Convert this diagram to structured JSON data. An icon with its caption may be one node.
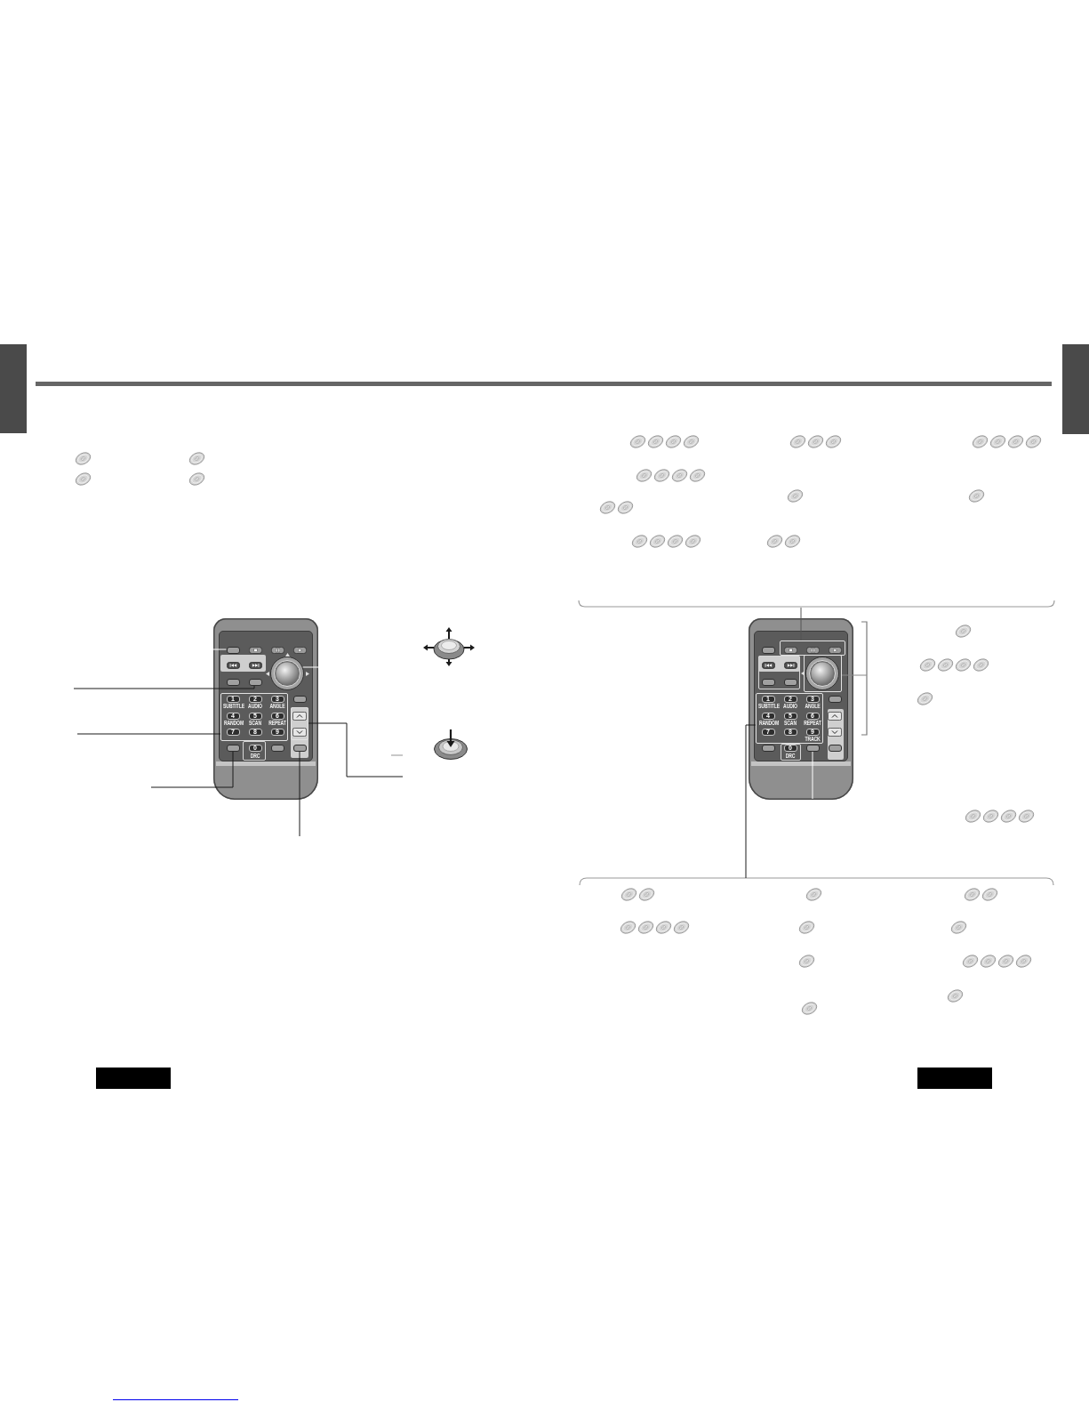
{
  "diagram": {
    "nodes": [
      {
        "text": [],
        "shape": "box"
      },
      {
        "text": [],
        "shape": "box"
      },
      {
        "text": [],
        "shape": "box"
      },
      {
        "text": [],
        "shape": "box"
      },
      {
        "text": [],
        "shape": "box"
      },
      {
        "text": [],
        "shape": "box"
      },
      {
        "text": [],
        "shape": "circle"
      },
      {
        "text": [],
        "shape": "box"
      },
      {
        "text": [],
        "shape": "box"
      },
      {
        "text": [],
        "shape": "box"
      },
      {
        "text": [],
        "shape": "box"
      },
      {
        "text": [],
        "shape": "box"
      },
      {
        "text": [],
        "shape": "box"
      }
    ],
    "edges": [
      {
        "from": null,
        "to": 2,
        "arrow": "none",
        "color": "#ffffff"
      },
      {
        "from": null,
        "to": 3,
        "arrow": "none"
      },
      {
        "from": null,
        "to": 4,
        "arrow": "none"
      },
      {
        "from": null,
        "to": 5,
        "arrow": "none"
      },
      {
        "from": null,
        "to": 6,
        "arrow": "none",
        "color": "#ffffff"
      },
      {
        "from": null,
        "to": 7,
        "arrow": "none"
      },
      {
        "from": null,
        "to": 8,
        "arrow": "none"
      },
      {
        "from": null,
        "to": 9,
        "arrow": "none",
        "color": "#555555"
      },
      {
        "from": null,
        "to": 10,
        "arrow": "none",
        "color": "#888888"
      },
      {
        "from": null,
        "to": 11,
        "arrow": "none"
      },
      {
        "from": null,
        "to": 12,
        "arrow": "none",
        "color": "#ffffff"
      }
    ],
    "labels": [
      "1",
      "2",
      "3",
      "SUBTITLE",
      "AUDIO",
      "ANGLE",
      "4",
      "5",
      "6",
      "RANDOM",
      "SCAN",
      "REPEAT",
      "7",
      "8",
      "9",
      "0",
      "DRC",
      "1",
      "2",
      "3",
      "SUBTITLE",
      "AUDIO",
      "ANGLE",
      "4",
      "5",
      "6",
      "RANDOM",
      "SCAN",
      "REPEAT",
      "7",
      "8",
      "9",
      "TRACK",
      "0",
      "DRC"
    ]
  }
}
